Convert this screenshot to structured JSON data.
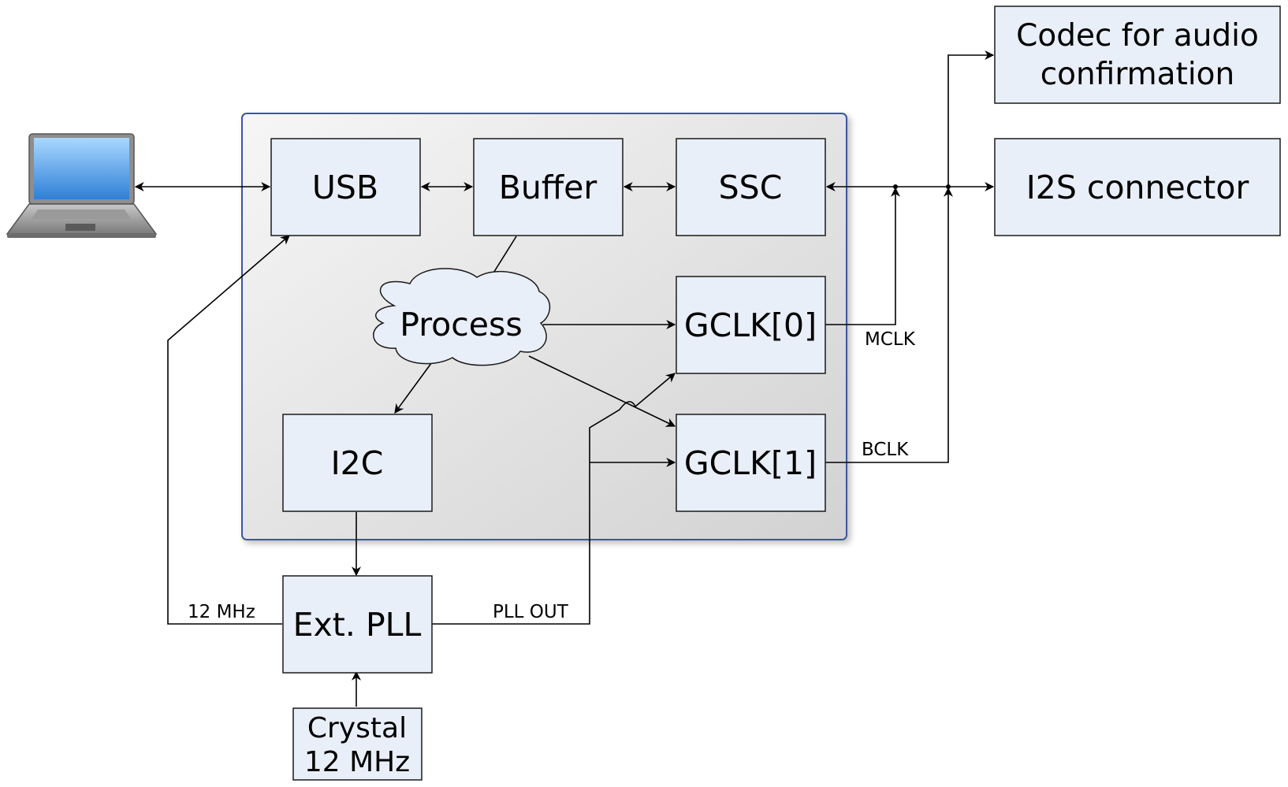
{
  "blocks": {
    "usb": "USB",
    "buffer": "Buffer",
    "ssc": "SSC",
    "process": "Process",
    "gclk0": "GCLK[0]",
    "gclk1": "GCLK[1]",
    "i2c": "I2C",
    "ext_pll": "Ext. PLL",
    "crystal_line1": "Crystal",
    "crystal_line2": "12 MHz",
    "codec_line1": "Codec for audio",
    "codec_line2": "confirmation",
    "i2s_connector": "I2S connector"
  },
  "signals": {
    "mclk": "MCLK",
    "bclk": "BCLK",
    "pll_out": "PLL OUT",
    "clk_12mhz": "12 MHz"
  },
  "icons": {
    "host": "laptop-icon"
  },
  "colors": {
    "block_fill": "#e9eff8",
    "mcu_border": "#3a55a8",
    "line": "#000000"
  }
}
